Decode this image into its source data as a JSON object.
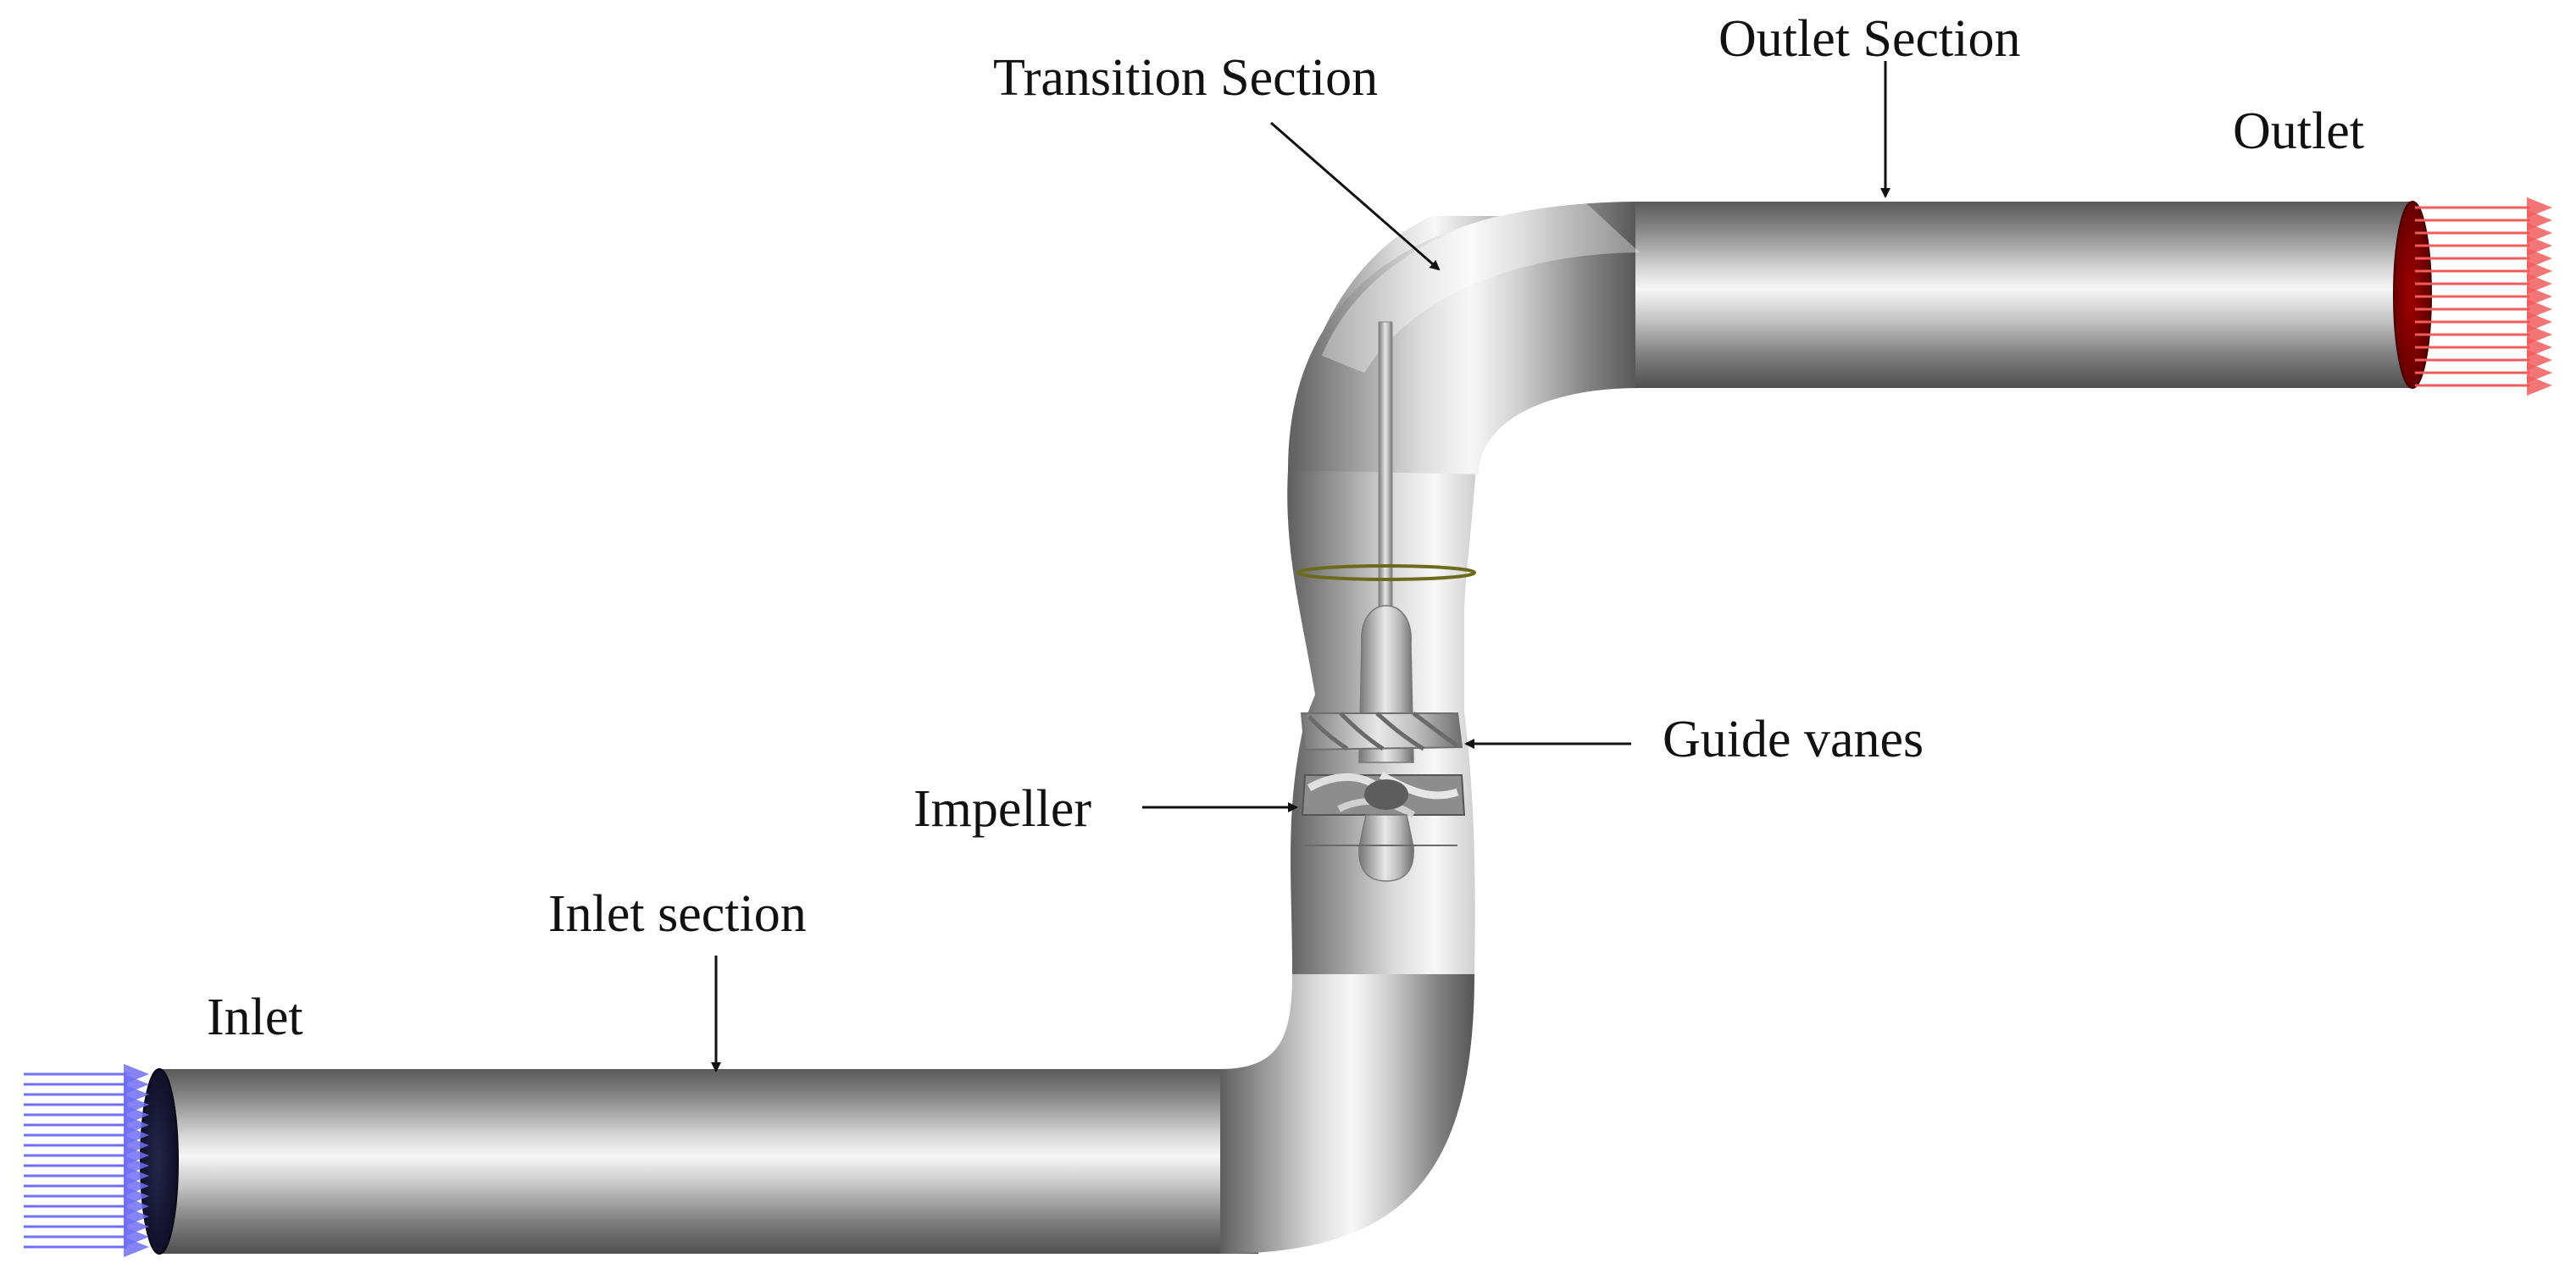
{
  "labels": {
    "transition_section": "Transition Section",
    "outlet_section": "Outlet Section",
    "outlet": "Outlet",
    "guide_vanes": "Guide vanes",
    "impeller": "Impeller",
    "inlet_section": "Inlet section",
    "inlet": "Inlet"
  },
  "colors": {
    "pipe_dark": "#5f5f5f",
    "pipe_mid": "#9d9d9d",
    "pipe_light": "#f0f0f0",
    "inlet_face": "#1b1b3a",
    "inlet_arrows": "#6f6ff5",
    "outlet_face": "#7a0000",
    "outlet_arrows": "#f15d5d",
    "interface_ring": "#6d6a1e",
    "pointer": "#111111"
  },
  "icons": {
    "inlet_flow": "arrow-right-icon",
    "outlet_flow": "arrow-right-icon",
    "impeller": "impeller-icon",
    "guide_vanes": "guide-vanes-icon"
  }
}
